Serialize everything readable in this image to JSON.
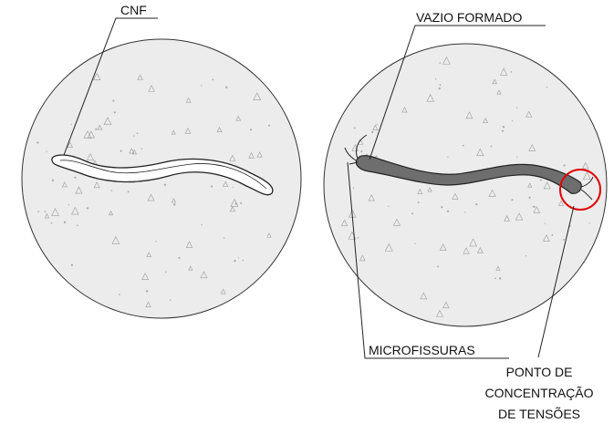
{
  "labels": {
    "cnf": "CNF",
    "vazio": "VAZIO FORMADO",
    "microfissuras": "MICROFISSURAS",
    "ponto": [
      "PONTO DE",
      "CONCENTRAÇÃO",
      "DE TENSÕES"
    ]
  },
  "colors": {
    "matrix_fill": "#ececec",
    "void_fill": "#6e6e6e",
    "highlight": "#e00000"
  }
}
